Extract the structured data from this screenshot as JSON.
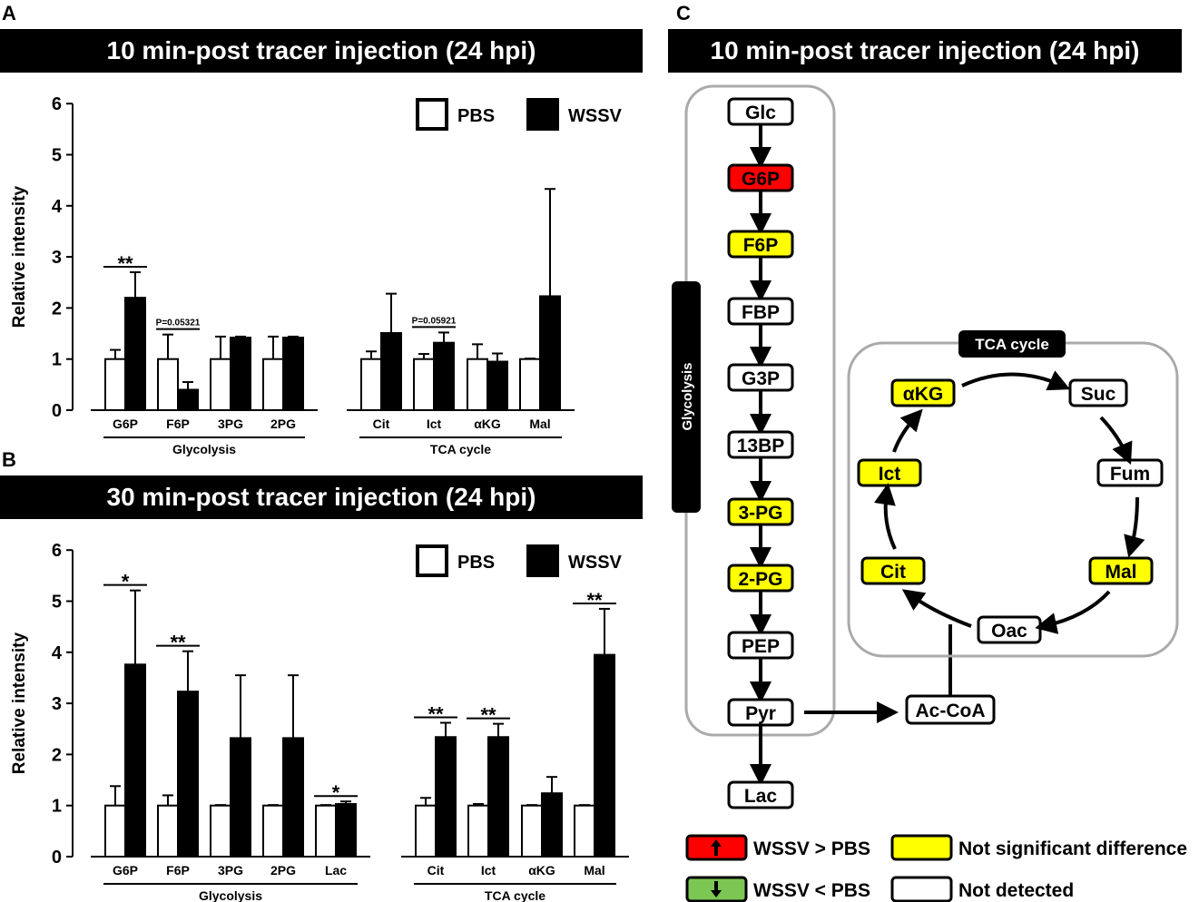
{
  "panels": {
    "a": {
      "letter": "A",
      "title": "10 min-post tracer injection (24 hpi)"
    },
    "b": {
      "letter": "B",
      "title": "30 min-post tracer injection (24 hpi)"
    },
    "c": {
      "letter": "C",
      "title": "10 min-post tracer injection (24 hpi)"
    }
  },
  "chart_data": [
    {
      "type": "bar",
      "title": "10 min-post tracer injection (24 hpi)",
      "ylabel": "Relative intensity",
      "ylim": [
        0,
        6
      ],
      "yticks": [
        0,
        1,
        2,
        3,
        4,
        5,
        6
      ],
      "legend": {
        "placement": "top-right",
        "entries": [
          "PBS",
          "WSSV"
        ]
      },
      "series": [
        {
          "name": "PBS",
          "color": "#ffffff"
        },
        {
          "name": "WSSV",
          "color": "#000000"
        }
      ],
      "groups": [
        {
          "label": "Glycolysis",
          "categories": [
            {
              "label": "G6P",
              "pbs": 1.0,
              "pbs_err": 0.18,
              "wssv": 2.2,
              "wssv_err": 0.5,
              "sig": "**"
            },
            {
              "label": "F6P",
              "pbs": 1.0,
              "pbs_err": 0.48,
              "wssv": 0.4,
              "wssv_err": 0.15,
              "sig": "P=0.05321"
            },
            {
              "label": "3PG",
              "pbs": 1.0,
              "pbs_err": 0.44,
              "wssv": 1.42,
              "wssv_err": 0.02,
              "sig": ""
            },
            {
              "label": "2PG",
              "pbs": 1.0,
              "pbs_err": 0.44,
              "wssv": 1.42,
              "wssv_err": 0.02,
              "sig": ""
            }
          ]
        },
        {
          "label": "TCA cycle",
          "categories": [
            {
              "label": "Cit",
              "pbs": 1.0,
              "pbs_err": 0.15,
              "wssv": 1.51,
              "wssv_err": 0.77,
              "sig": ""
            },
            {
              "label": "Ict",
              "pbs": 1.0,
              "pbs_err": 0.1,
              "wssv": 1.32,
              "wssv_err": 0.2,
              "sig": "P=0.05921"
            },
            {
              "label": "αKG",
              "pbs": 1.0,
              "pbs_err": 0.29,
              "wssv": 0.95,
              "wssv_err": 0.16,
              "sig": ""
            },
            {
              "label": "Mal",
              "pbs": 1.0,
              "pbs_err": 0.01,
              "wssv": 2.23,
              "wssv_err": 2.1,
              "sig": ""
            }
          ]
        }
      ]
    },
    {
      "type": "bar",
      "title": "30 min-post tracer injection (24 hpi)",
      "ylabel": "Relative intensity",
      "ylim": [
        0,
        6
      ],
      "yticks": [
        0,
        1,
        2,
        3,
        4,
        5,
        6
      ],
      "legend": {
        "placement": "top-right",
        "entries": [
          "PBS",
          "WSSV"
        ]
      },
      "series": [
        {
          "name": "PBS",
          "color": "#ffffff"
        },
        {
          "name": "WSSV",
          "color": "#000000"
        }
      ],
      "groups": [
        {
          "label": "Glycolysis",
          "categories": [
            {
              "label": "G6P",
              "pbs": 1.0,
              "pbs_err": 0.38,
              "wssv": 3.76,
              "wssv_err": 1.45,
              "sig": "*"
            },
            {
              "label": "F6P",
              "pbs": 1.0,
              "pbs_err": 0.2,
              "wssv": 3.23,
              "wssv_err": 0.79,
              "sig": "**"
            },
            {
              "label": "3PG",
              "pbs": 1.0,
              "pbs_err": 0.01,
              "wssv": 2.32,
              "wssv_err": 1.23,
              "sig": ""
            },
            {
              "label": "2PG",
              "pbs": 1.0,
              "pbs_err": 0.01,
              "wssv": 2.32,
              "wssv_err": 1.23,
              "sig": ""
            },
            {
              "label": "Lac",
              "pbs": 1.0,
              "pbs_err": 0.01,
              "wssv": 1.03,
              "wssv_err": 0.05,
              "sig": "*"
            }
          ]
        },
        {
          "label": "TCA cycle",
          "categories": [
            {
              "label": "Cit",
              "pbs": 1.0,
              "pbs_err": 0.15,
              "wssv": 2.34,
              "wssv_err": 0.28,
              "sig": "**"
            },
            {
              "label": "Ict",
              "pbs": 1.0,
              "pbs_err": 0.03,
              "wssv": 2.34,
              "wssv_err": 0.26,
              "sig": "**"
            },
            {
              "label": "αKG",
              "pbs": 1.0,
              "pbs_err": 0.01,
              "wssv": 1.24,
              "wssv_err": 0.32,
              "sig": ""
            },
            {
              "label": "Mal",
              "pbs": 1.0,
              "pbs_err": 0.01,
              "wssv": 3.95,
              "wssv_err": 0.9,
              "sig": "**"
            }
          ]
        }
      ]
    }
  ],
  "pathway": {
    "glycolysis_label": "Glycolysis",
    "tca_label": "TCA cycle",
    "glycolysis_nodes": [
      {
        "id": "glc",
        "label": "Glc",
        "status": "not-detected"
      },
      {
        "id": "g6p",
        "label": "G6P",
        "status": "up"
      },
      {
        "id": "f6p",
        "label": "F6P",
        "status": "not-significant"
      },
      {
        "id": "fbp",
        "label": "FBP",
        "status": "not-detected"
      },
      {
        "id": "g3p",
        "label": "G3P",
        "status": "not-detected"
      },
      {
        "id": "13bp",
        "label": "13BP",
        "status": "not-detected"
      },
      {
        "id": "3pg",
        "label": "3-PG",
        "status": "not-significant"
      },
      {
        "id": "2pg",
        "label": "2-PG",
        "status": "not-significant"
      },
      {
        "id": "pep",
        "label": "PEP",
        "status": "not-detected"
      },
      {
        "id": "pyr",
        "label": "Pyr",
        "status": "not-detected"
      },
      {
        "id": "lac",
        "label": "Lac",
        "status": "not-detected"
      }
    ],
    "acetyl": {
      "label": "Ac-CoA",
      "status": "not-detected"
    },
    "tca_nodes": [
      {
        "id": "akg",
        "label": "αKG",
        "status": "not-significant"
      },
      {
        "id": "suc",
        "label": "Suc",
        "status": "not-detected"
      },
      {
        "id": "fum",
        "label": "Fum",
        "status": "not-detected"
      },
      {
        "id": "mal",
        "label": "Mal",
        "status": "not-significant"
      },
      {
        "id": "oac",
        "label": "Oac",
        "status": "not-detected"
      },
      {
        "id": "cit",
        "label": "Cit",
        "status": "not-significant"
      },
      {
        "id": "ict",
        "label": "Ict",
        "status": "not-significant"
      }
    ],
    "status_colors": {
      "up": "#ff0000",
      "down": "#7cc653",
      "not-significant": "#ffff00",
      "not-detected": "#ffffff"
    },
    "legend": [
      {
        "status": "up",
        "label": "WSSV > PBS",
        "icon": "up-arrow-icon"
      },
      {
        "status": "not-significant",
        "label": "Not significant difference"
      },
      {
        "status": "down",
        "label": "WSSV < PBS",
        "icon": "down-arrow-icon"
      },
      {
        "status": "not-detected",
        "label": "Not detected"
      }
    ]
  }
}
